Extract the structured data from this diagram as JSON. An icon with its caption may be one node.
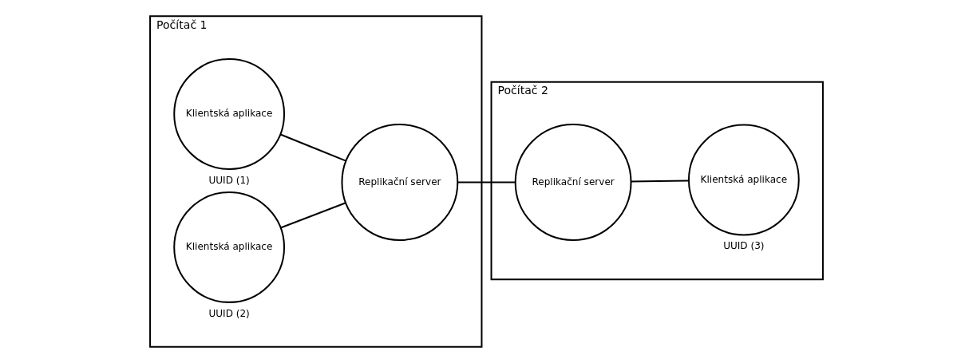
{
  "diagram": {
    "nodes": [
      {
        "text": [
          "Počítač 1"
        ]
      },
      {
        "text": [
          "Klientská aplikace"
        ],
        "beside": [
          "UUID (1)"
        ],
        "in": 0
      },
      {
        "text": [
          "Klientská aplikace"
        ],
        "beside": [
          "UUID (2)"
        ],
        "in": 0
      },
      {
        "text": [
          "Replikační server"
        ],
        "in": 0
      },
      {
        "text": [
          "Počítač 2"
        ]
      },
      {
        "text": [
          "Replikační server"
        ],
        "in": 4
      },
      {
        "text": [
          "Klientská aplikace"
        ],
        "beside": [
          "UUID (3)"
        ],
        "in": 4
      }
    ],
    "edges": [
      {
        "from": 1,
        "to": 3,
        "arrow": "none"
      },
      {
        "from": 2,
        "to": 3,
        "arrow": "none"
      },
      {
        "from": 3,
        "to": 5,
        "arrow": "none"
      },
      {
        "from": 5,
        "to": 6,
        "arrow": "none"
      }
    ]
  }
}
